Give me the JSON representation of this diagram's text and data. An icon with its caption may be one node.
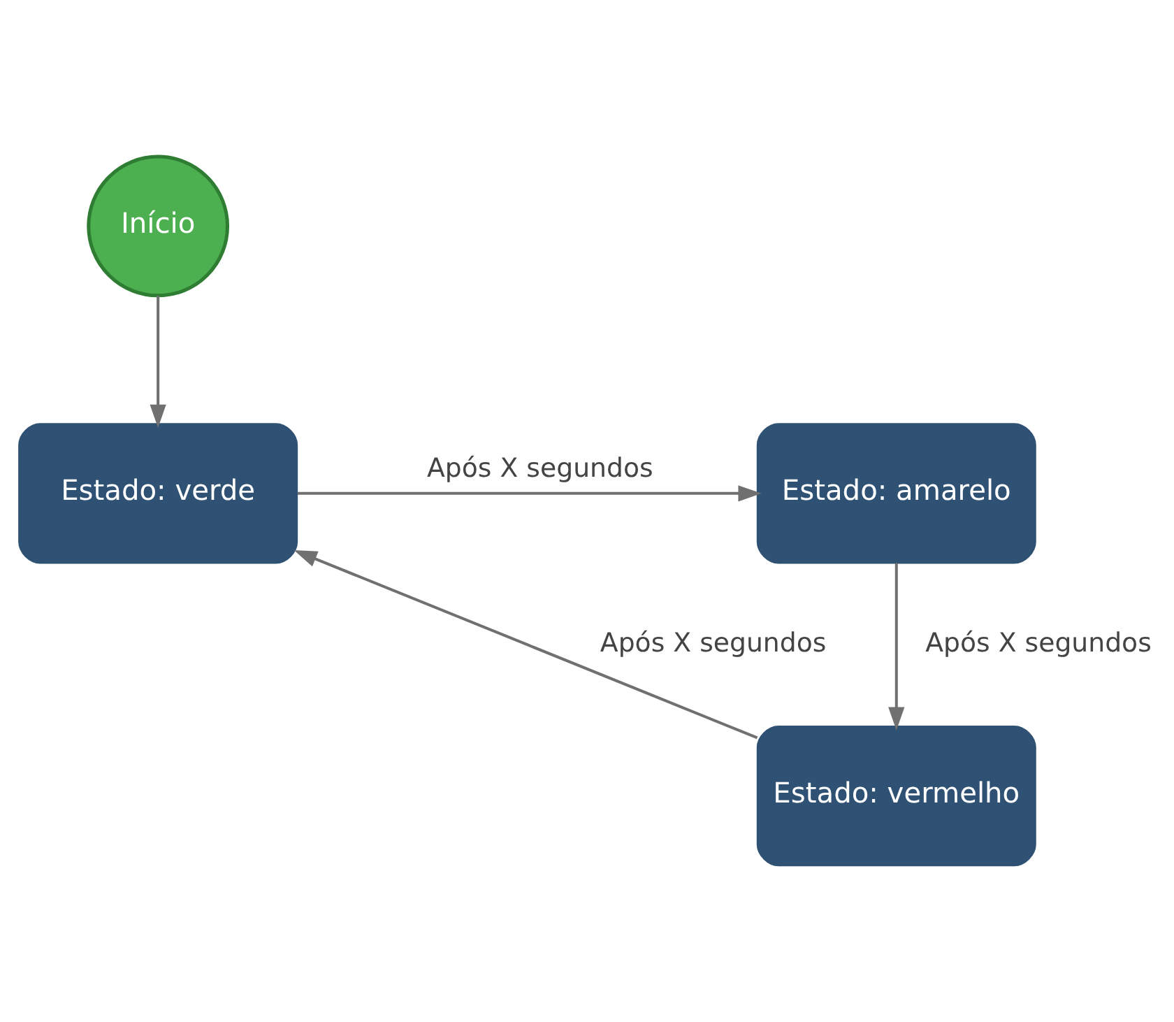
{
  "diagram": {
    "nodes": [
      {
        "text": [
          "Início"
        ]
      },
      {
        "text": [
          "Estado: verde"
        ]
      },
      {
        "text": [
          "Estado: amarelo"
        ]
      },
      {
        "text": [
          "Estado: vermelho"
        ]
      }
    ],
    "edges": [
      {
        "from": 0,
        "to": 1,
        "arrow": "to"
      },
      {
        "from": 1,
        "to": 2,
        "arrow": "to",
        "label": "Após X segundos"
      },
      {
        "from": 2,
        "to": 3,
        "arrow": "to",
        "label": "Após X segundos"
      },
      {
        "from": 3,
        "to": 1,
        "arrow": "to",
        "label": "Após X segundos"
      }
    ]
  }
}
